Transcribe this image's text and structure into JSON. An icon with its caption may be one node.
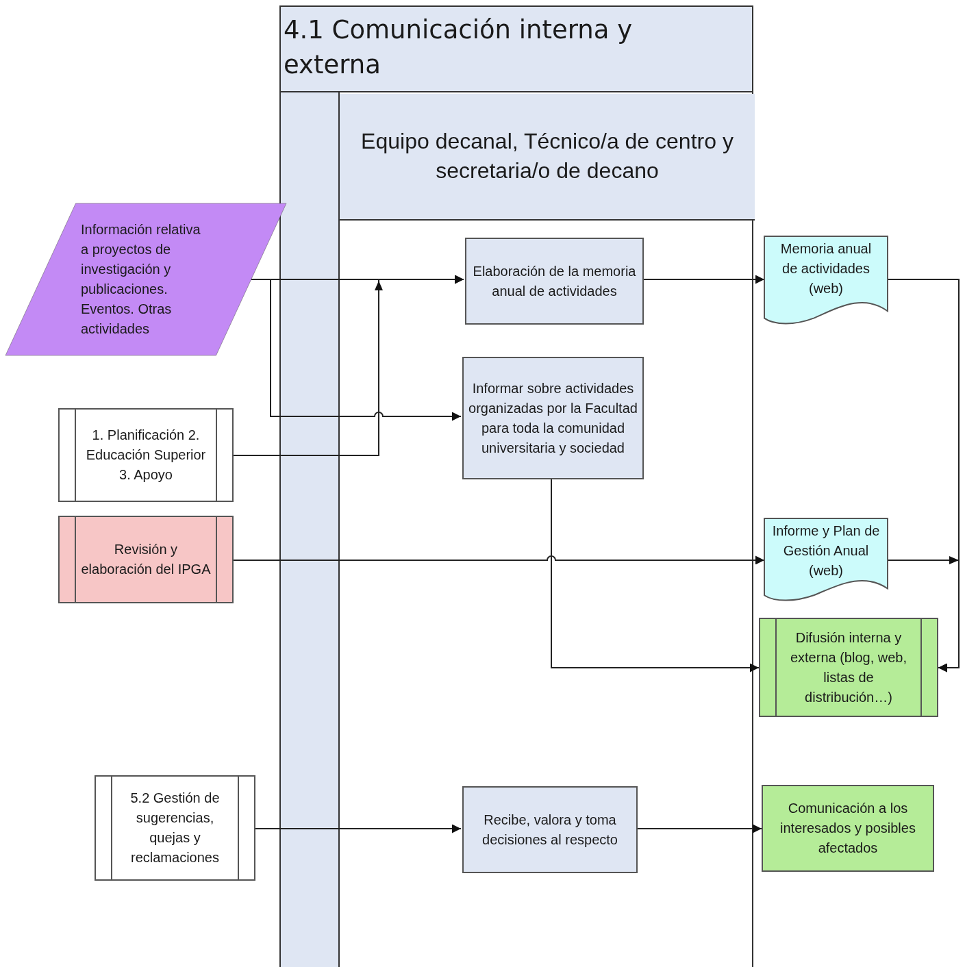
{
  "diagram": {
    "nodes": [
      {
        "text": [
          "4.1 Comunicación interna y externa"
        ]
      },
      {
        "text": [
          "Equipo decanal, Técnico/a de centro y secretaria/o de decano"
        ],
        "in": 0
      },
      {
        "text": [
          "Información relativa a proyectos de investigación y publicaciones. Eventos. Otras actividades"
        ]
      },
      {
        "text": [
          "1. Planificación 2. Educación Superior 3. Apoyo"
        ]
      },
      {
        "text": [
          "Revisión y elaboración del IPGA"
        ]
      },
      {
        "text": [
          "5.2 Gestión de sugerencias, quejas y reclamaciones"
        ]
      },
      {
        "text": [
          "Elaboración de la memoria anual de actividades"
        ],
        "in": 0
      },
      {
        "text": [
          "Informar sobre actividades organizadas por la Facultad para toda la comunidad universitaria y sociedad"
        ],
        "in": 0
      },
      {
        "text": [
          "Recibe, valora y toma decisiones al respecto"
        ],
        "in": 0
      },
      {
        "text": [
          "Memoria anual de actividades (web)"
        ]
      },
      {
        "text": [
          "Informe y Plan de Gestión Anual (web)"
        ]
      },
      {
        "text": [
          "Difusión interna y externa (blog, web, listas de distribución…)"
        ]
      },
      {
        "text": [
          "Comunicación a los interesados y posibles afectados"
        ]
      }
    ],
    "edges": [
      {
        "from": 2,
        "to": 6,
        "arrow": "to"
      },
      {
        "from": 2,
        "to": 7,
        "arrow": "to"
      },
      {
        "from": 3,
        "to": 6,
        "arrow": "to"
      },
      {
        "from": 6,
        "to": 9,
        "arrow": "to"
      },
      {
        "from": 7,
        "to": 11,
        "arrow": "to"
      },
      {
        "from": 4,
        "to": 10,
        "arrow": "to"
      },
      {
        "from": 9,
        "to": 11,
        "arrow": "to"
      },
      {
        "from": 10,
        "to": 11,
        "arrow": "to"
      },
      {
        "from": 5,
        "to": 8,
        "arrow": "to"
      },
      {
        "from": 8,
        "to": 12,
        "arrow": "to"
      }
    ]
  }
}
